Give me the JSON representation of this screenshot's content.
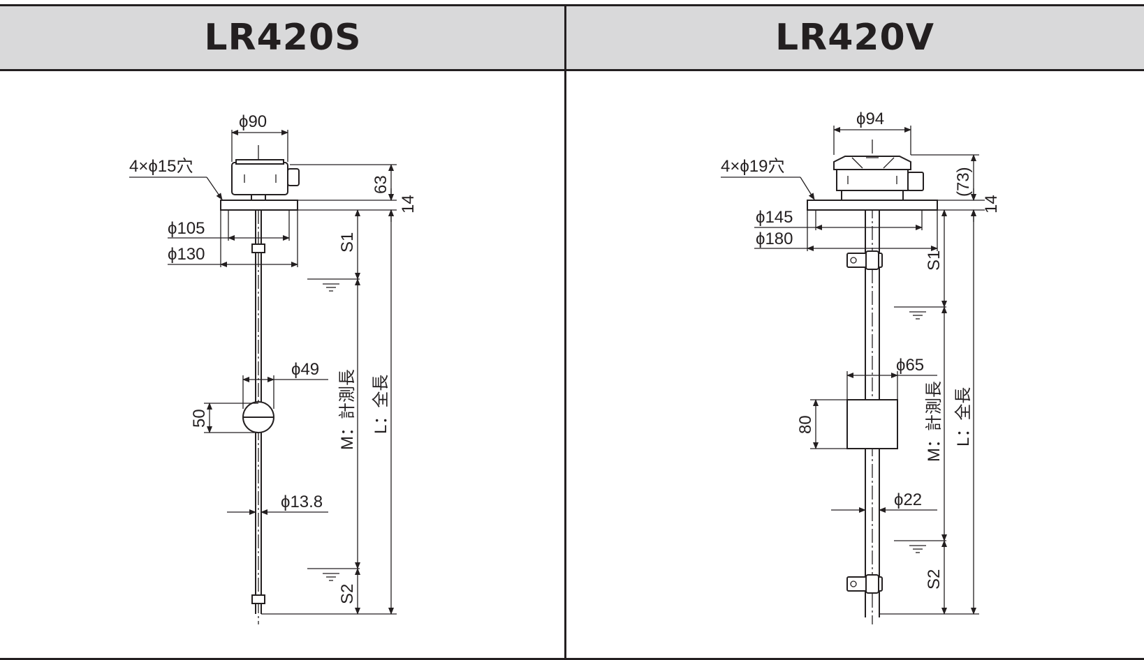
{
  "left": {
    "title": "LR420S",
    "labels": {
      "top_dia": "ϕ90",
      "holes": "4×ϕ15穴",
      "head_h": "63",
      "flange_t": "14",
      "flange_in": "ϕ105",
      "flange_out": "ϕ130",
      "s1": "S1",
      "float_dia": "ϕ49",
      "float_h": "50",
      "rod_dia": "ϕ13.8",
      "m": "M：計測長",
      "l": "L：全長",
      "s2": "S2"
    }
  },
  "right": {
    "title": "LR420V",
    "labels": {
      "top_dia": "ϕ94",
      "holes": "4×ϕ19穴",
      "head_h": "(73)",
      "flange_t": "14",
      "flange_in": "ϕ145",
      "flange_out": "ϕ180",
      "s1": "S1",
      "float_dia": "ϕ65",
      "float_h": "80",
      "rod_dia": "ϕ22",
      "m": "M：計測長",
      "l": "L：全長",
      "s2": "S2"
    }
  }
}
